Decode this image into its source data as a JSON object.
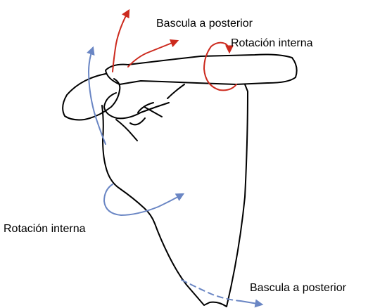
{
  "labels": {
    "top_tilt": "Bascula a posterior",
    "top_rotation": "Rotación interna",
    "left_rotation": "Rotación interna",
    "bottom_tilt": "Bascula a posterior"
  },
  "colors": {
    "outline": "#000000",
    "clavicle_arrows": "#cc2a1e",
    "scapula_arrows": "#6a86c4"
  },
  "icons": {
    "arrowhead": "triangle-arrowhead"
  }
}
